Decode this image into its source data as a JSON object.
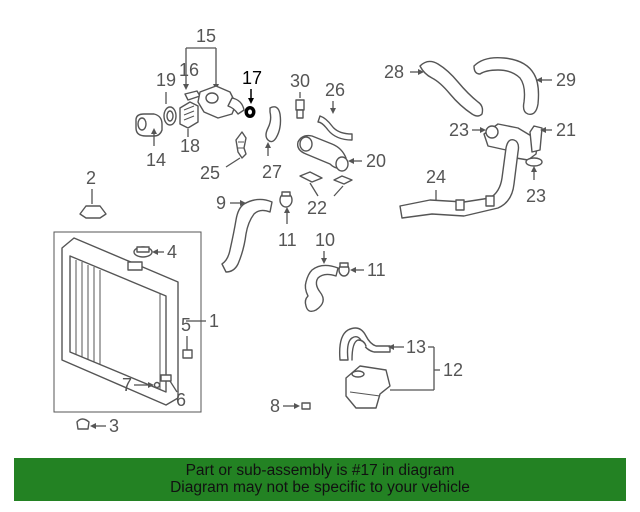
{
  "callouts": {
    "c1": "1",
    "c2": "2",
    "c3": "3",
    "c4": "4",
    "c5": "5",
    "c6": "6",
    "c7": "7",
    "c8": "8",
    "c9": "9",
    "c10": "10",
    "c11a": "11",
    "c11b": "11",
    "c12": "12",
    "c13": "13",
    "c14": "14",
    "c15": "15",
    "c16": "16",
    "c17": "17",
    "c18": "18",
    "c19": "19",
    "c20": "20",
    "c21": "21",
    "c22": "22",
    "c23a": "23",
    "c23b": "23",
    "c24": "24",
    "c25": "25",
    "c26": "26",
    "c27": "27",
    "c28": "28",
    "c29": "29",
    "c30": "30"
  },
  "banner": {
    "line1": "Part or sub-assembly is #17 in diagram",
    "line2": "Diagram may not be specific to your vehicle",
    "color": "#238223"
  },
  "highlight_part": "17"
}
